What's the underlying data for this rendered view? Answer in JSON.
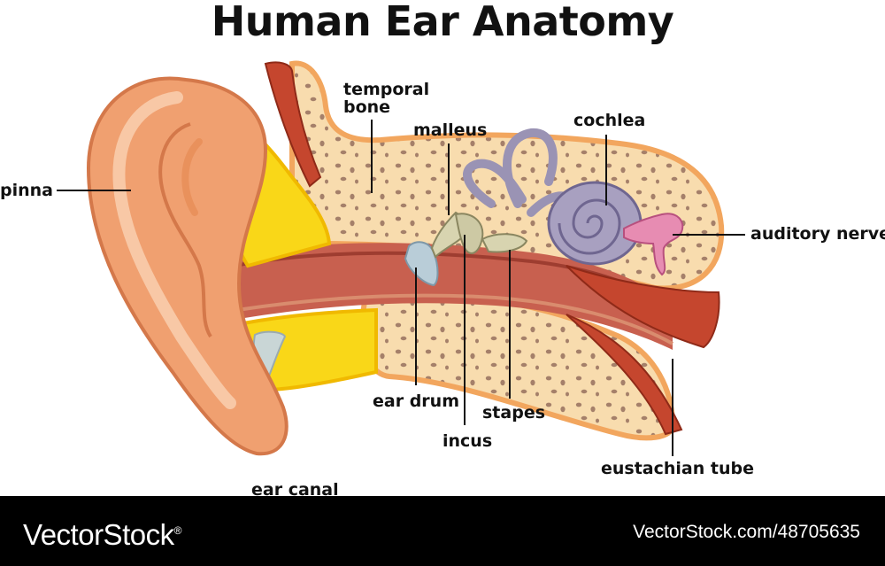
{
  "title": "Human Ear Anatomy",
  "labels": {
    "pinna": "pinna",
    "temporal_bone": "temporal\nbone",
    "malleus": "malleus",
    "cochlea": "cochlea",
    "auditory_nerve": "auditory nerve",
    "ear_drum": "ear drum",
    "stapes": "stapes",
    "incus": "incus",
    "eustachian_tube": "eustachian tube",
    "ear_canal": "ear canal"
  },
  "footer": {
    "brand": "VectorStock",
    "brand_mark": "®",
    "url": "VectorStock.com/48705635"
  },
  "colors": {
    "skin": "#f0a070",
    "bone": "#f8dcae",
    "cartilage": "#f9d718",
    "canal": "#c8604f",
    "muscle": "#c5462e",
    "cochlea": "#a8a0c0",
    "nerve": "#e78cb2"
  }
}
